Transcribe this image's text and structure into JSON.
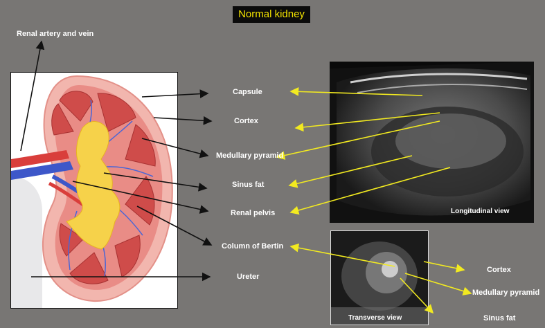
{
  "title": "Normal kidney",
  "labels": {
    "renal_artery_vein": "Renal artery and vein",
    "capsule": "Capsule",
    "cortex": "Cortex",
    "medullary_pyramid": "Medullary pyramid",
    "sinus_fat": "Sinus fat",
    "renal_pelvis": "Renal pelvis",
    "column_of_bertin": "Column of Bertin",
    "ureter": "Ureter",
    "cortex_2": "Cortex",
    "medullary_pyramid_2": "Medullary pyramid",
    "sinus_fat_2": "Sinus fat"
  },
  "ultrasound": {
    "longitudinal_view": "Longitudinal view",
    "transverse_view": "Transverse view"
  },
  "colors": {
    "background": "#787674",
    "title_text": "#f4e400",
    "arrow_yellow": "#f2ea20",
    "arrow_black": "#111111"
  }
}
